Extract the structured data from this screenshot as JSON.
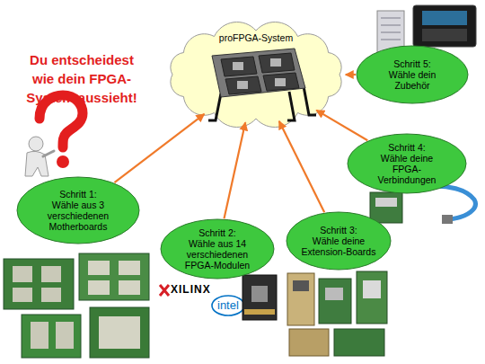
{
  "diagram": {
    "title": "Du entscheidest wie dein FPGA-System aussieht!",
    "nodes": [
      {
        "text": [
          "proFPGA-System"
        ]
      },
      {
        "text": [
          "Schritt 1:",
          "Wähle aus 3 verschiedenen Motherboards"
        ]
      },
      {
        "text": [
          "Schritt 2:",
          "Wähle aus 14 verschiedenen FPGA-Modulen"
        ]
      },
      {
        "text": [
          "Schritt 3:",
          "Wähle deine Extension-Boards"
        ]
      },
      {
        "text": [
          "Schritt 4:",
          "Wähle deine FPGA-Verbindungen"
        ]
      },
      {
        "text": [
          "Schritt 5:",
          "Wähle dein Zubehör"
        ]
      }
    ],
    "edges": [
      {
        "from": 1,
        "to": 0,
        "arrow": "to"
      },
      {
        "from": 2,
        "to": 0,
        "arrow": "to"
      },
      {
        "from": 3,
        "to": 0,
        "arrow": "to"
      },
      {
        "from": 4,
        "to": 0,
        "arrow": "to"
      },
      {
        "from": 5,
        "to": 0,
        "arrow": "to"
      }
    ],
    "labels": [
      "XILINX",
      "intel"
    ]
  }
}
